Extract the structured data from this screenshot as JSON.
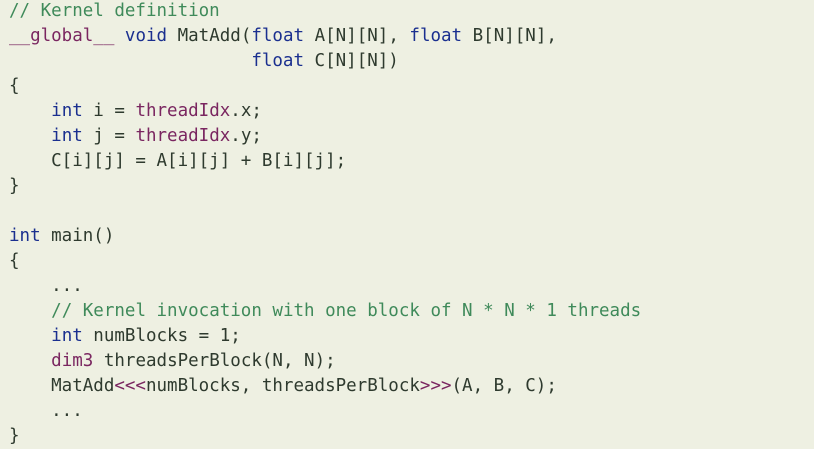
{
  "colors": {
    "background": "#eef0e2",
    "plain": "#2e3a2e",
    "comment": "#3f8a5a",
    "keyword": "#1a2f8f",
    "builtin": "#7a2660"
  },
  "code": {
    "language": "CUDA C++",
    "lines": [
      [
        {
          "t": "// Kernel definition",
          "k": "comment"
        }
      ],
      [
        {
          "t": "__global__",
          "k": "builtin"
        },
        {
          "t": " ",
          "k": "plain"
        },
        {
          "t": "void",
          "k": "keyword"
        },
        {
          "t": " MatAdd(",
          "k": "plain"
        },
        {
          "t": "float",
          "k": "keyword"
        },
        {
          "t": " A[N][N], ",
          "k": "plain"
        },
        {
          "t": "float",
          "k": "keyword"
        },
        {
          "t": " B[N][N],",
          "k": "plain"
        }
      ],
      [
        {
          "t": "                       ",
          "k": "plain"
        },
        {
          "t": "float",
          "k": "keyword"
        },
        {
          "t": " C[N][N])",
          "k": "plain"
        }
      ],
      [
        {
          "t": "{",
          "k": "plain"
        }
      ],
      [
        {
          "t": "    ",
          "k": "plain"
        },
        {
          "t": "int",
          "k": "keyword"
        },
        {
          "t": " i = ",
          "k": "plain"
        },
        {
          "t": "threadIdx",
          "k": "builtin"
        },
        {
          "t": ".x;",
          "k": "plain"
        }
      ],
      [
        {
          "t": "    ",
          "k": "plain"
        },
        {
          "t": "int",
          "k": "keyword"
        },
        {
          "t": " j = ",
          "k": "plain"
        },
        {
          "t": "threadIdx",
          "k": "builtin"
        },
        {
          "t": ".y;",
          "k": "plain"
        }
      ],
      [
        {
          "t": "    C[i][j] = A[i][j] + B[i][j];",
          "k": "plain"
        }
      ],
      [
        {
          "t": "}",
          "k": "plain"
        }
      ],
      [
        {
          "t": "",
          "k": "plain"
        }
      ],
      [
        {
          "t": "int",
          "k": "keyword"
        },
        {
          "t": " main()",
          "k": "plain"
        }
      ],
      [
        {
          "t": "{",
          "k": "plain"
        }
      ],
      [
        {
          "t": "    ...",
          "k": "plain"
        }
      ],
      [
        {
          "t": "    ",
          "k": "plain"
        },
        {
          "t": "// Kernel invocation with one block of N * N * 1 threads",
          "k": "comment"
        }
      ],
      [
        {
          "t": "    ",
          "k": "plain"
        },
        {
          "t": "int",
          "k": "keyword"
        },
        {
          "t": " numBlocks = 1;",
          "k": "plain"
        }
      ],
      [
        {
          "t": "    ",
          "k": "plain"
        },
        {
          "t": "dim3",
          "k": "builtin"
        },
        {
          "t": " threadsPerBlock(N, N);",
          "k": "plain"
        }
      ],
      [
        {
          "t": "    MatAdd",
          "k": "plain"
        },
        {
          "t": "<<<",
          "k": "builtin"
        },
        {
          "t": "numBlocks, threadsPerBlock",
          "k": "plain"
        },
        {
          "t": ">>>",
          "k": "builtin"
        },
        {
          "t": "(A, B, C);",
          "k": "plain"
        }
      ],
      [
        {
          "t": "    ...",
          "k": "plain"
        }
      ],
      [
        {
          "t": "}",
          "k": "plain"
        }
      ]
    ]
  }
}
